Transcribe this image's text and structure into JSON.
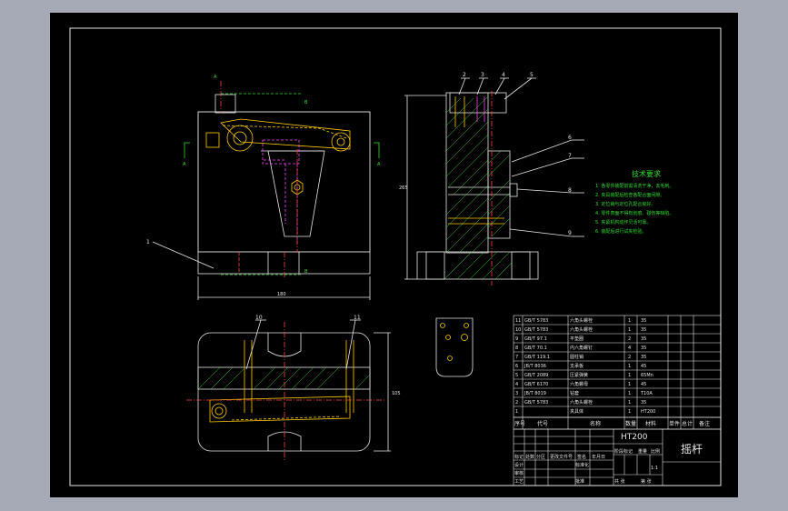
{
  "drawing": {
    "part_name": "摇杆",
    "material": "HT200",
    "tech_title": "技术要求",
    "tech_lines": [
      "1. 各零件装配前需清洗干净，去毛刺。",
      "2. 夹具装配后检查各配合面间隙。",
      "3. 定位销与定位孔配合良好。",
      "4. 零件表面不得有划痕、碰伤等缺陷。",
      "5. 夹紧机构动作灵活可靠。",
      "6. 装配后进行试夹检验。"
    ],
    "balloons": [
      "1",
      "2",
      "3",
      "4",
      "5",
      "6",
      "7",
      "8",
      "9",
      "10",
      "11"
    ],
    "section_letters": {
      "a": "A",
      "b": "B"
    },
    "dims": {
      "overall_width": "180",
      "overall_height": "265",
      "plan_height": "105"
    },
    "bom": {
      "rows": [
        {
          "no": "11",
          "code": "GB/T 5783",
          "name": "六角头螺栓",
          "qty": "1",
          "mat": "35"
        },
        {
          "no": "10",
          "code": "GB/T 5783",
          "name": "六角头螺栓",
          "qty": "1",
          "mat": "35"
        },
        {
          "no": "9",
          "code": "GB/T 97.1",
          "name": "平垫圈",
          "qty": "2",
          "mat": "35"
        },
        {
          "no": "8",
          "code": "GB/T 70.1",
          "name": "内六角螺钉",
          "qty": "4",
          "mat": "35"
        },
        {
          "no": "7",
          "code": "GB/T 119.1",
          "name": "圆柱销",
          "qty": "2",
          "mat": "35"
        },
        {
          "no": "6",
          "code": "JB/T 8036",
          "name": "支承板",
          "qty": "1",
          "mat": "45"
        },
        {
          "no": "5",
          "code": "GB/T 2089",
          "name": "压紧弹簧",
          "qty": "1",
          "mat": "65Mn"
        },
        {
          "no": "4",
          "code": "GB/T 6170",
          "name": "六角螺母",
          "qty": "1",
          "mat": "45"
        },
        {
          "no": "3",
          "code": "JB/T 8019",
          "name": "钻套",
          "qty": "1",
          "mat": "T10A"
        },
        {
          "no": "2",
          "code": "GB/T 5783",
          "name": "六角头螺栓",
          "qty": "1",
          "mat": "35"
        },
        {
          "no": "1",
          "code": "",
          "name": "夹具体",
          "qty": "1",
          "mat": "HT200"
        }
      ],
      "header": {
        "no": "序号",
        "code": "代号",
        "name": "名称",
        "qty": "数量",
        "mat": "材料",
        "unit_mass": "单件",
        "total_mass": "总计",
        "remark": "备注"
      }
    },
    "title_block": {
      "mark": "标记",
      "count": "处数",
      "zone": "分区",
      "doc": "更改文件号",
      "sign": "签名",
      "date": "年月日",
      "design": "设计",
      "std": "标准化",
      "check": "审核",
      "craft": "工艺",
      "approve": "批准",
      "stage": "阶段标记",
      "weight": "重量",
      "scale": "比例",
      "scale_val": "1:1",
      "sheet_total": "共 张",
      "sheet_no": "第 张"
    }
  }
}
